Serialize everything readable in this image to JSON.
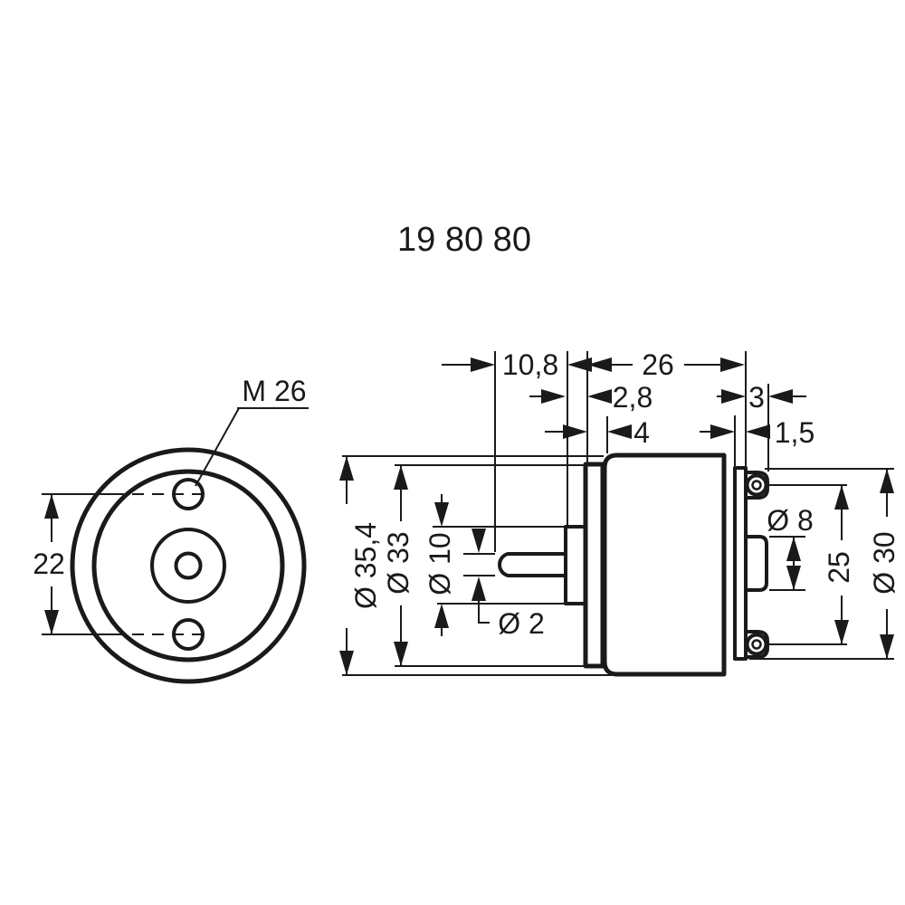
{
  "title": "19 80 80",
  "colors": {
    "ink": "#1a1a1a",
    "background": "#ffffff"
  },
  "front_view": {
    "thread_label": "M 26",
    "hole_spacing": "22"
  },
  "side_view": {
    "shaft_extension": "10,8",
    "body_length": "26",
    "hub_protrusion": "2,8",
    "lug_length": "3",
    "flange_offset": "4",
    "plate_thickness": "1,5",
    "outer_diameter": "Ø 35,4",
    "flange_diameter": "Ø 33",
    "hub_diameter": "Ø 10",
    "shaft_diameter": "Ø 2",
    "rear_boss_diameter": "Ø 8",
    "mount_hole_spacing": "25",
    "mount_circle_diameter": "Ø 30"
  }
}
